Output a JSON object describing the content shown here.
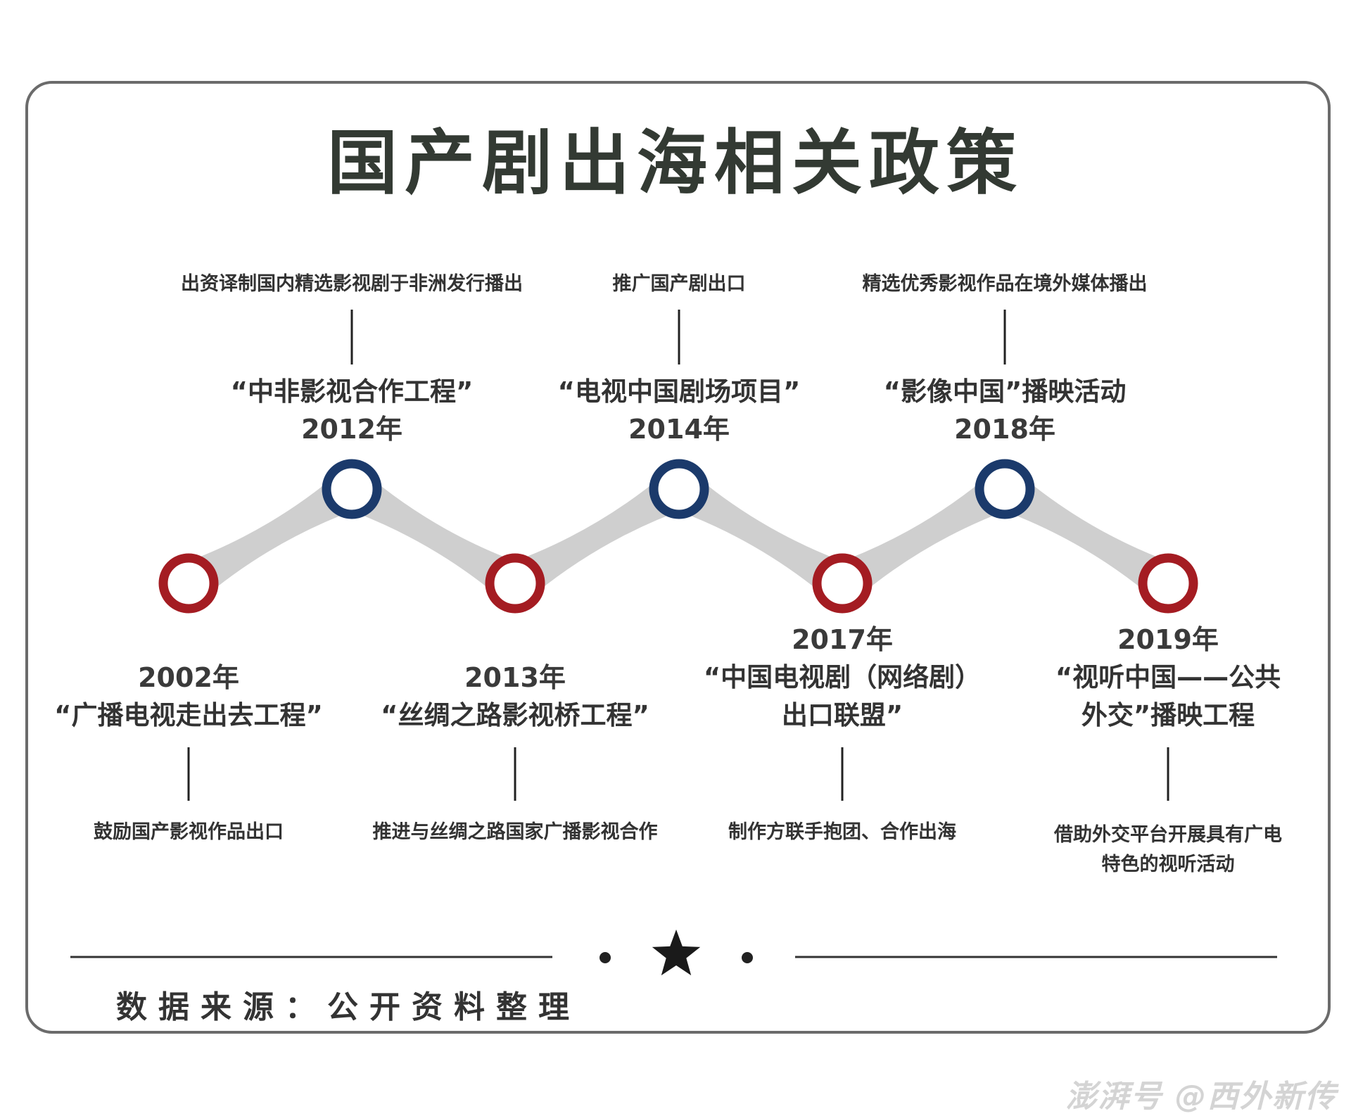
{
  "title": "国产剧出海相关政策",
  "events": [
    {
      "year": "2002年",
      "name": [
        "“广播电视走出去工程”"
      ],
      "desc": [
        "鼓励国产影视作品出口"
      ],
      "color": "#a41c22"
    },
    {
      "year": "2012年",
      "name": [
        "“中非影视合作工程”"
      ],
      "desc": [
        "出资译制国内精选影视剧于非洲发行播出"
      ],
      "color": "#1b3a6b"
    },
    {
      "year": "2013年",
      "name": [
        "“丝绸之路影视桥工程”"
      ],
      "desc": [
        "推进与丝绸之路国家广播影视合作"
      ],
      "color": "#a41c22"
    },
    {
      "year": "2014年",
      "name": [
        "“电视中国剧场项目”"
      ],
      "desc": [
        "推广国产剧出口"
      ],
      "color": "#1b3a6b"
    },
    {
      "year": "2017年",
      "name": [
        "“中国电视剧（网络剧）",
        "出口联盟”"
      ],
      "desc": [
        "制作方联手抱团、合作出海"
      ],
      "color": "#a41c22"
    },
    {
      "year": "2018年",
      "name": [
        "“影像中国”播映活动"
      ],
      "desc": [
        "精选优秀影视作品在境外媒体播出"
      ],
      "color": "#1b3a6b"
    },
    {
      "year": "2019年",
      "name": [
        "“视听中国——公共",
        "外交”播映工程"
      ],
      "desc": [
        "借助外交平台开展具有广电",
        "特色的视听活动"
      ],
      "color": "#a41c22"
    }
  ],
  "source": "数据来源：公开资料整理",
  "watermark": "澎湃号 @西外新传"
}
